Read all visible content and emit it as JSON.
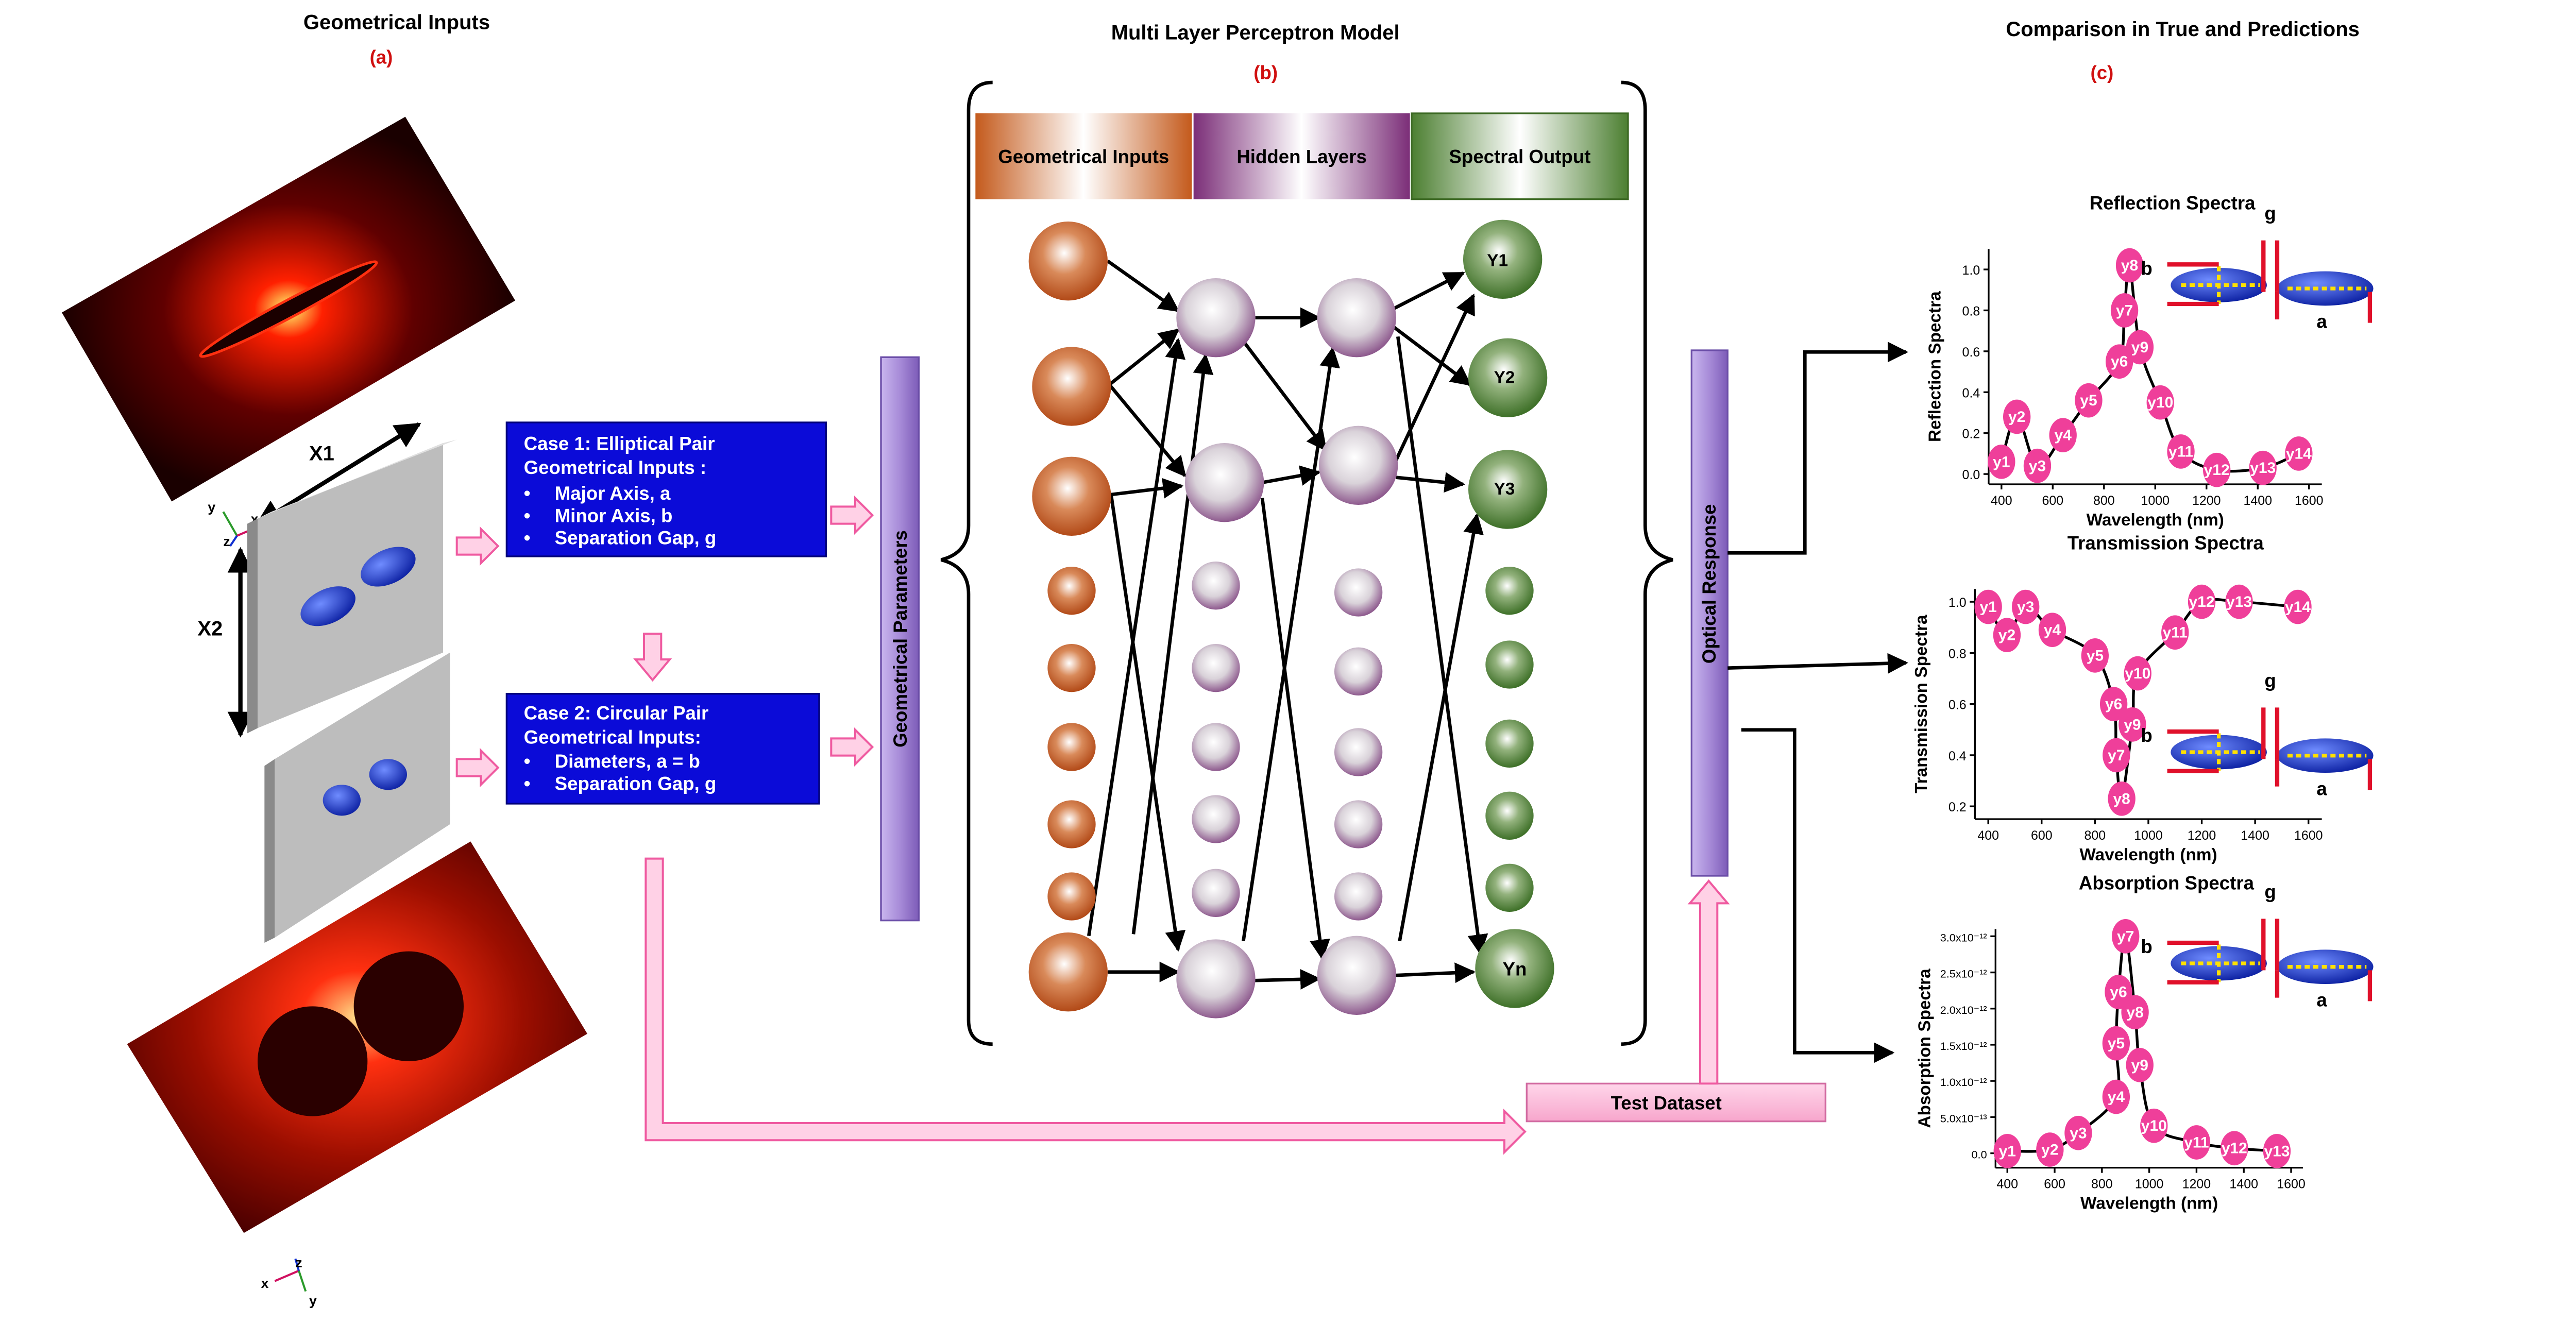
{
  "panel_a": {
    "title": "Geometrical Inputs",
    "tag": "(a)",
    "x1_label": "X1",
    "x2_label": "X2",
    "case1": {
      "title": "Case 1: Elliptical Pair",
      "subtitle": "Geometrical Inputs :",
      "items": [
        "Major Axis, a",
        "Minor Axis, b",
        "Separation Gap, g"
      ]
    },
    "case2": {
      "title": "Case 2: Circular Pair",
      "subtitle": "Geometrical Inputs:",
      "items": [
        "Diameters, a = b",
        "Separation Gap, g"
      ]
    },
    "geom_params_label": "Geometrical Parameters",
    "test_dataset_label": "Test Dataset",
    "axis_triad": {
      "x": "x",
      "y": "y",
      "z": "z"
    }
  },
  "panel_b": {
    "title": "Multi Layer Perceptron Model",
    "tag": "(b)",
    "headers": [
      "Geometrical Inputs",
      "Hidden Layers",
      "Spectral Output"
    ],
    "outputs": [
      "Y1",
      "Y2",
      "Y3",
      "Yn"
    ],
    "optical_response_label": "Optical Response"
  },
  "panel_c": {
    "title": "Comparison in True and Predictions",
    "tag": "(c)",
    "inset_labels": {
      "g": "g",
      "b": "b",
      "a": "a"
    }
  },
  "colors": {
    "input_node": "#c0531f",
    "hidden_node": "#8e4f8e",
    "output_node": "#4a7a35",
    "case_box": "#0b0bd8",
    "arrow_pink": "#f28bc0",
    "bar_purple": "#a98fd6",
    "marker_pink": "#ef3f9a"
  },
  "chart_data": [
    {
      "type": "line",
      "title": "Reflection Spectra",
      "xlabel": "Wavelength (nm)",
      "ylabel": "Reflection Spectra",
      "xlim": [
        350,
        1650
      ],
      "ylim": [
        -0.05,
        1.1
      ],
      "xticks": [
        "400",
        "600",
        "800",
        "1000",
        "1200",
        "1400",
        "1600"
      ],
      "yticks": [
        "0.0",
        "0.2",
        "0.4",
        "0.6",
        "0.8",
        "1.0"
      ],
      "points": [
        {
          "label": "y1",
          "x": 400,
          "y": 0.06
        },
        {
          "label": "y2",
          "x": 460,
          "y": 0.28
        },
        {
          "label": "y3",
          "x": 540,
          "y": 0.04
        },
        {
          "label": "y4",
          "x": 640,
          "y": 0.19
        },
        {
          "label": "y5",
          "x": 740,
          "y": 0.36
        },
        {
          "label": "y6",
          "x": 860,
          "y": 0.55
        },
        {
          "label": "y7",
          "x": 880,
          "y": 0.8
        },
        {
          "label": "y8",
          "x": 900,
          "y": 1.02
        },
        {
          "label": "y9",
          "x": 940,
          "y": 0.62
        },
        {
          "label": "y10",
          "x": 1020,
          "y": 0.35
        },
        {
          "label": "y11",
          "x": 1100,
          "y": 0.11
        },
        {
          "label": "y12",
          "x": 1240,
          "y": 0.02
        },
        {
          "label": "y13",
          "x": 1420,
          "y": 0.03
        },
        {
          "label": "y14",
          "x": 1560,
          "y": 0.1
        }
      ]
    },
    {
      "type": "line",
      "title": "Transmission Spectra",
      "xlabel": "Wavelength (nm)",
      "ylabel": "Transmission Spectra",
      "xlim": [
        350,
        1650
      ],
      "ylim": [
        0.15,
        1.05
      ],
      "xticks": [
        "400",
        "600",
        "800",
        "1000",
        "1200",
        "1400",
        "1600"
      ],
      "yticks": [
        "0.2",
        "0.4",
        "0.6",
        "0.8",
        "1.0"
      ],
      "points": [
        {
          "label": "y1",
          "x": 400,
          "y": 0.98
        },
        {
          "label": "y2",
          "x": 470,
          "y": 0.87
        },
        {
          "label": "y3",
          "x": 540,
          "y": 0.98
        },
        {
          "label": "y4",
          "x": 640,
          "y": 0.89
        },
        {
          "label": "y5",
          "x": 800,
          "y": 0.79
        },
        {
          "label": "y6",
          "x": 870,
          "y": 0.6
        },
        {
          "label": "y7",
          "x": 880,
          "y": 0.4
        },
        {
          "label": "y8",
          "x": 900,
          "y": 0.23
        },
        {
          "label": "y9",
          "x": 940,
          "y": 0.52
        },
        {
          "label": "y10",
          "x": 960,
          "y": 0.72
        },
        {
          "label": "y11",
          "x": 1100,
          "y": 0.88
        },
        {
          "label": "y12",
          "x": 1200,
          "y": 1.0
        },
        {
          "label": "y13",
          "x": 1340,
          "y": 1.0
        },
        {
          "label": "y14",
          "x": 1560,
          "y": 0.98
        }
      ]
    },
    {
      "type": "line",
      "title": "Absorption Spectra",
      "xlabel": "Wavelength (nm)",
      "ylabel": "Absorption Spectra",
      "xlim": [
        350,
        1650
      ],
      "ylim": [
        -2e-13,
        3.1e-12
      ],
      "xticks": [
        "400",
        "600",
        "800",
        "1000",
        "1200",
        "1400",
        "1600"
      ],
      "yticks": [
        "0.0",
        "5.0x10⁻¹³",
        "1.0x10⁻¹²",
        "1.5x10⁻¹²",
        "2.0x10⁻¹²",
        "2.5x10⁻¹²",
        "3.0x10⁻¹²"
      ],
      "points": [
        {
          "label": "y1",
          "x": 400,
          "y": 3e-14
        },
        {
          "label": "y2",
          "x": 580,
          "y": 5e-14
        },
        {
          "label": "y3",
          "x": 700,
          "y": 2.8e-13
        },
        {
          "label": "y4",
          "x": 860,
          "y": 7.8e-13
        },
        {
          "label": "y5",
          "x": 860,
          "y": 1.52e-12
        },
        {
          "label": "y6",
          "x": 870,
          "y": 2.23e-12
        },
        {
          "label": "y7",
          "x": 900,
          "y": 3e-12
        },
        {
          "label": "y8",
          "x": 940,
          "y": 1.95e-12
        },
        {
          "label": "y9",
          "x": 960,
          "y": 1.22e-12
        },
        {
          "label": "y10",
          "x": 1020,
          "y": 3.8e-13
        },
        {
          "label": "y11",
          "x": 1200,
          "y": 1.5e-13
        },
        {
          "label": "y12",
          "x": 1360,
          "y": 7e-14
        },
        {
          "label": "y13",
          "x": 1540,
          "y": 3e-14
        }
      ]
    }
  ]
}
